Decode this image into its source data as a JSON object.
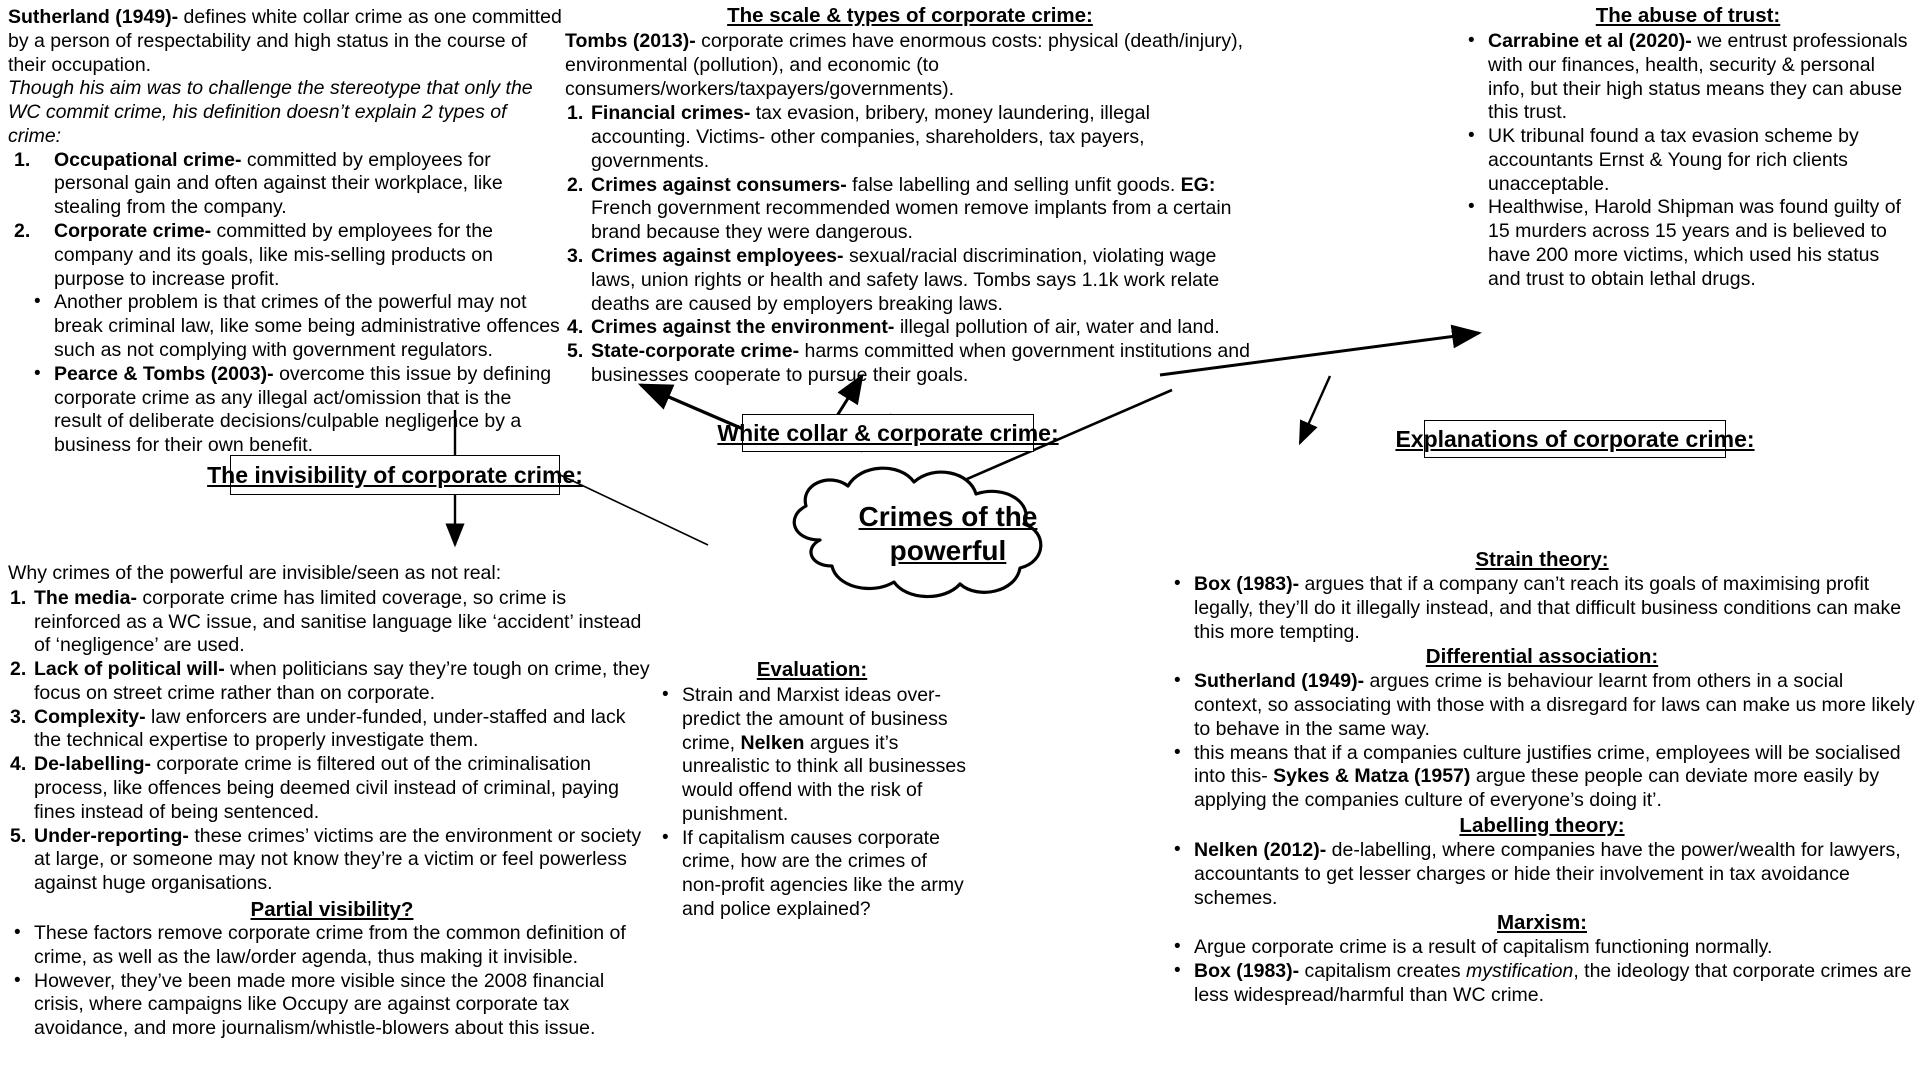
{
  "cloud": {
    "line1": "Crimes of the",
    "line2": "powerful"
  },
  "boxes": {
    "white_collar": "White collar & corporate crime:",
    "invisibility": "The invisibility of corporate crime:",
    "explanations": "Explanations of corporate crime:"
  },
  "sutherland_block": {
    "p1_lead": "Sutherland (1949)-",
    "p1_rest": " defines white collar crime as one committed by a person of respectability and high status in the course of their occupation.",
    "p2_italic": "Though his aim was to challenge the stereotype that only the WC commit crime, his definition doesn’t explain 2 types of crime:",
    "items": [
      {
        "marker": "1.",
        "lead": "Occupational crime-",
        "rest": " committed by employees for personal gain and often against their workplace, like stealing from the company."
      },
      {
        "marker": "2.",
        "lead": "Corporate crime-",
        "rest": " committed by employees for the company and its goals, like mis-selling products on purpose to increase profit."
      }
    ],
    "bullets": [
      {
        "lead": "",
        "rest": "Another problem is that crimes of the powerful may not break criminal law, like some being administrative offences such as not complying with government regulators."
      },
      {
        "lead": "Pearce & Tombs (2003)-",
        "rest": " overcome this issue by defining corporate crime as any illegal act/omission that is the result of deliberate decisions/culpable negligence by a business for their own benefit."
      }
    ]
  },
  "scale_block": {
    "heading": "The scale & types of corporate crime:",
    "intro_lead": "Tombs (2013)-",
    "intro_rest": " corporate crimes have enormous costs: physical (death/injury), environmental (pollution), and economic (to consumers/workers/taxpayers/governments).",
    "items": [
      {
        "marker": "1.",
        "lead": "Financial crimes-",
        "rest": " tax evasion, bribery, money laundering, illegal accounting. Victims- other companies, shareholders, tax payers, governments."
      },
      {
        "marker": "2.",
        "lead": "Crimes against consumers-",
        "rest": " false labelling and selling unfit goods. ",
        "eg": "EG:",
        "rest2": " French government recommended women remove implants from a certain brand because they were dangerous."
      },
      {
        "marker": "3.",
        "lead": "Crimes against employees-",
        "rest": " sexual/racial discrimination, violating wage laws, union rights or health and safety laws. Tombs says 1.1k work relate deaths are caused by employers breaking laws."
      },
      {
        "marker": "4.",
        "lead": "Crimes against the environment-",
        "rest": " illegal pollution of air, water and land."
      },
      {
        "marker": "5.",
        "lead": "State-corporate crime-",
        "rest": " harms committed when government institutions and businesses cooperate to pursue their goals."
      }
    ]
  },
  "abuse_block": {
    "heading": "The abuse of trust:",
    "bullets": [
      {
        "lead": "Carrabine et al (2020)-",
        "rest": " we entrust professionals with our finances, health, security & personal info, but their high status means they can abuse this trust."
      },
      {
        "lead": "",
        "rest": "UK tribunal found a tax evasion scheme by accountants Ernst & Young for rich clients unacceptable."
      },
      {
        "lead": "",
        "rest": "Healthwise, Harold Shipman was found guilty of 15 murders across 15 years and is believed to have 200 more victims, which used his status and trust to obtain lethal drugs."
      }
    ]
  },
  "invisibility_block": {
    "intro": "Why crimes of the powerful are invisible/seen as not real:",
    "items": [
      {
        "marker": "1.",
        "lead": "The media-",
        "rest": " corporate crime has limited coverage, so crime is reinforced as a WC issue, and sanitise language like ‘accident’ instead of ‘negligence’ are used."
      },
      {
        "marker": "2.",
        "lead": "Lack of political will-",
        "rest": " when politicians say they’re tough on crime, they focus on street crime rather than on corporate."
      },
      {
        "marker": "3.",
        "lead": "Complexity-",
        "rest": " law enforcers are under-funded, under-staffed and lack the technical expertise to properly investigate them."
      },
      {
        "marker": "4.",
        "lead": "De-labelling-",
        "rest": " corporate crime is filtered out of the criminalisation process, like offences being deemed civil instead of criminal, paying fines instead of being sentenced."
      },
      {
        "marker": "5.",
        "lead": "Under-reporting-",
        "rest": " these crimes’ victims are the environment or society at large, or someone may not know they’re a victim or feel powerless against huge organisations."
      }
    ],
    "partial_heading": "Partial visibility?",
    "partial_bullets": [
      {
        "lead": "",
        "rest": "These factors remove corporate crime from the common definition of crime, as well as the law/order agenda, thus making it invisible."
      },
      {
        "lead": "",
        "rest": "However, they’ve been made more visible since the 2008 financial crisis, where campaigns like Occupy are against corporate tax avoidance, and more journalism/whistle-blowers about this issue."
      }
    ]
  },
  "evaluation_block": {
    "heading": "Evaluation:",
    "bullets": [
      {
        "pre": "Strain and Marxist ideas over-predict the amount of business crime, ",
        "bold": "Nelken",
        "post": " argues it’s unrealistic to think all businesses would offend with the risk of punishment."
      },
      {
        "pre": "If capitalism causes corporate crime, how are the crimes of non-profit agencies like the army and police explained?",
        "bold": "",
        "post": ""
      }
    ]
  },
  "explanations_block": {
    "strain_heading": "Strain theory:",
    "strain_bullets": [
      {
        "lead": "Box (1983)-",
        "rest": " argues that if a company can’t reach its goals of maximising profit legally, they’ll do it illegally instead, and that difficult business conditions can make this more tempting."
      }
    ],
    "diffassoc_heading": "Differential association:",
    "diffassoc_bullets": [
      {
        "lead": "Sutherland (1949)-",
        "rest": " argues crime is behaviour learnt from others in a social context, so associating with those with a disregard for laws can make us more likely to behave in the same way."
      }
    ],
    "diffassoc_second": {
      "pre": "this means that if a companies culture justifies crime, employees will be socialised into this- ",
      "bold": "Sykes & Matza (1957)",
      "post": " argue these people can deviate more easily by applying the companies culture of everyone’s doing it’."
    },
    "labelling_heading": "Labelling theory:",
    "labelling_bullets": [
      {
        "lead": "Nelken (2012)-",
        "rest": " de-labelling, where companies have the power/wealth for lawyers, accountants to get lesser charges or hide their involvement in tax avoidance schemes."
      }
    ],
    "marxism_heading": "Marxism:",
    "marxism_bullets": [
      {
        "lead": "",
        "rest": "Argue corporate crime is a result of capitalism functioning normally."
      }
    ],
    "marxism_box": {
      "lead": "Box (1983)-",
      "pre": " capitalism creates ",
      "italic": "mystification",
      "post": ", the ideology that corporate crimes are less widespread/harmful than WC crime."
    }
  }
}
